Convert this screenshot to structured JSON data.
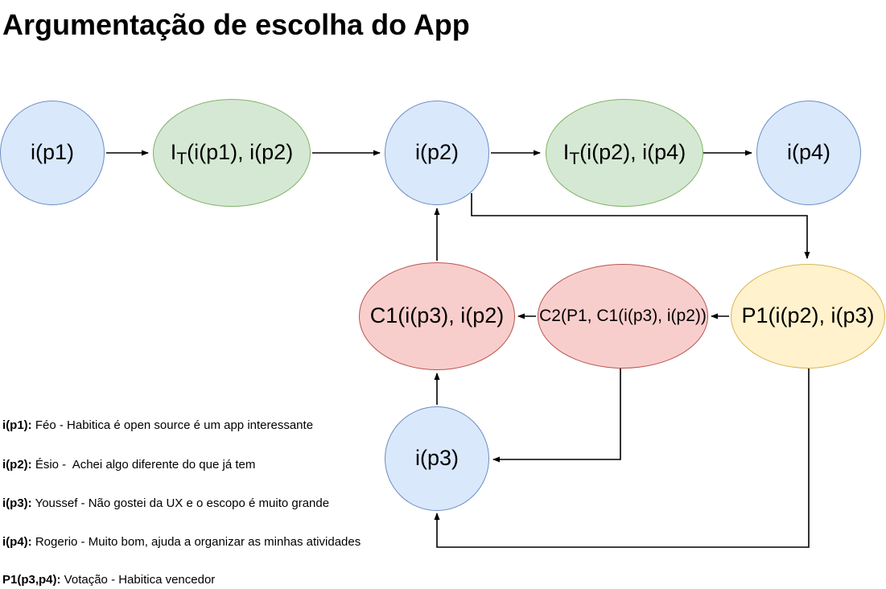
{
  "title": "Argumentação de escolha do App",
  "colors": {
    "blue_fill": "#dae8fc",
    "blue_stroke": "#6c8ebf",
    "green_fill": "#d5e8d4",
    "green_stroke": "#82b366",
    "red_fill": "#f8cecc",
    "red_stroke": "#b85450",
    "yellow_fill": "#fff2cc",
    "yellow_stroke": "#d6b656",
    "connector": "#000000",
    "text": "#000000"
  },
  "nodes": {
    "ip1": {
      "label": "i(p1)"
    },
    "it1": {
      "pre": "I",
      "sub": "T",
      "rest": "(i(p1), i(p2)"
    },
    "ip2": {
      "label": "i(p2)"
    },
    "it2": {
      "pre": "I",
      "sub": "T",
      "rest": "(i(p2), i(p4)"
    },
    "ip4": {
      "label": "i(p4)"
    },
    "c1": {
      "label": "C1(i(p3), i(p2)"
    },
    "c2": {
      "label": "C2(P1, C1(i(p3), i(p2))"
    },
    "p1": {
      "label": "P1(i(p2), i(p3)"
    },
    "ip3": {
      "label": "i(p3)"
    }
  },
  "legend": [
    {
      "term": "i(p1):",
      "desc": " Féo - Habitica é open source é um app interessante"
    },
    {
      "term": "i(p2):",
      "desc": " Ésio -  Achei algo diferente do que já tem"
    },
    {
      "term": "i(p3):",
      "desc": " Youssef - Não gostei da UX e o escopo é muito grande"
    },
    {
      "term": "i(p4):",
      "desc": " Rogerio - Muito bom, ajuda a organizar as minhas atividades"
    },
    {
      "term": "P1(p3,p4):",
      "desc": " Votação - Habitica vencedor"
    }
  ]
}
